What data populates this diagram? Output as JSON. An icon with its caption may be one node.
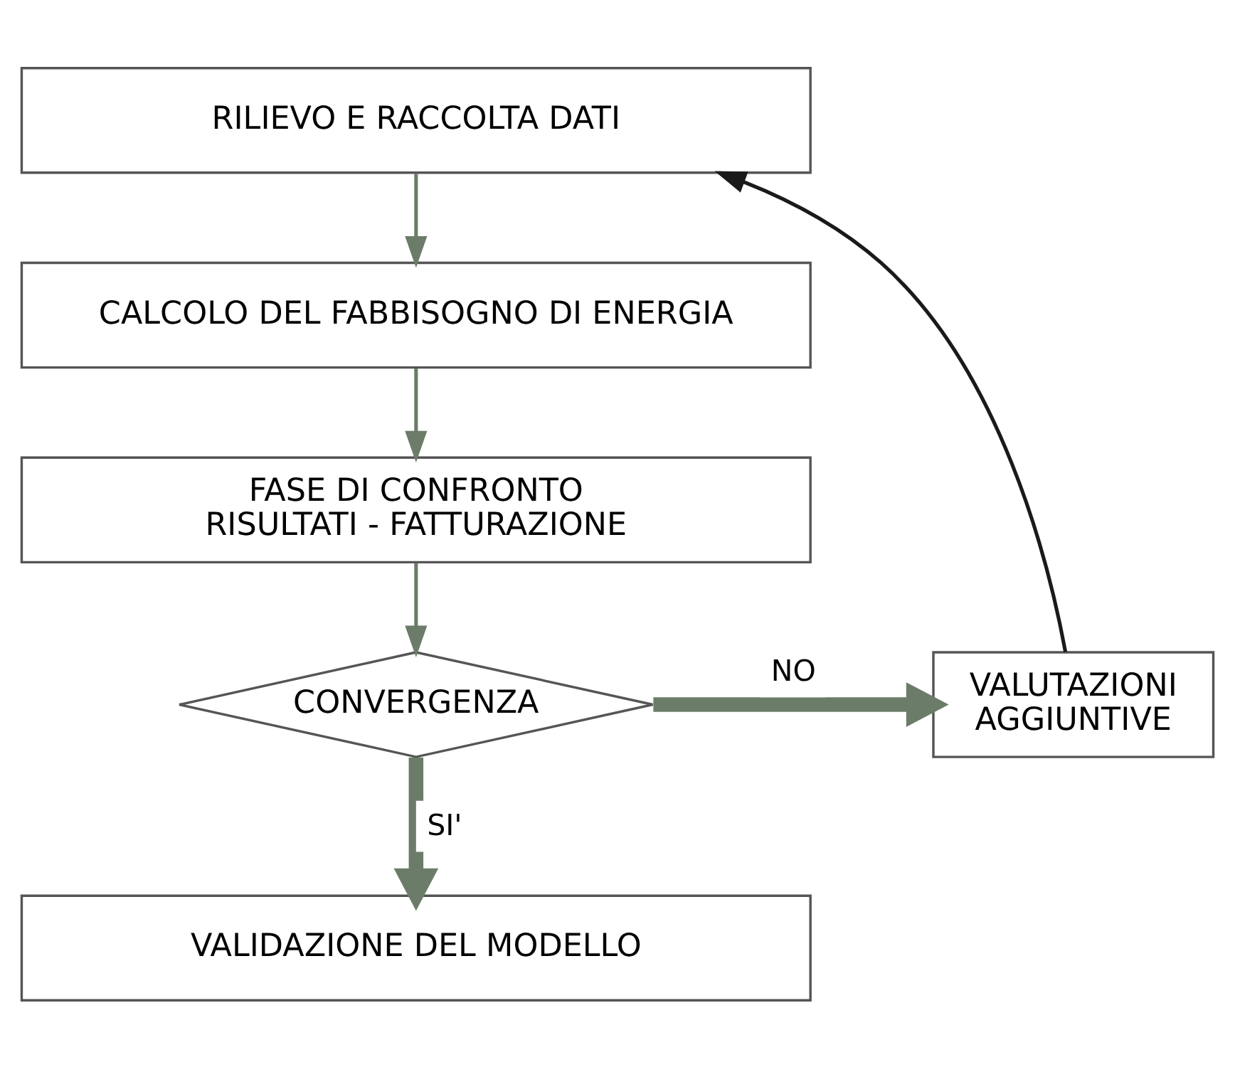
{
  "diagram": {
    "nodes": [
      {
        "text": [
          "RILIEVO E RACCOLTA DATI"
        ]
      },
      {
        "text": [
          "CALCOLO DEL FABBISOGNO DI ENERGIA"
        ]
      },
      {
        "text": [
          "FASE DI CONFRONTO RISULTATI - FATTURAZIONE"
        ]
      },
      {
        "text": [
          "CONVERGENZA"
        ]
      },
      {
        "text": [
          "VALUTAZIONI AGGIUNTIVE"
        ]
      },
      {
        "text": [
          "VALIDAZIONE DEL MODELLO"
        ]
      }
    ],
    "edges": [
      {
        "from": 0,
        "to": 1,
        "arrow": "to"
      },
      {
        "from": 1,
        "to": 2,
        "arrow": "to"
      },
      {
        "from": 2,
        "to": 3,
        "arrow": "to"
      },
      {
        "from": 3,
        "to": 4,
        "arrow": "to",
        "label": "NO",
        "style": "thick"
      },
      {
        "from": 4,
        "to": 0,
        "arrow": "to",
        "color": "#1a1a1a"
      },
      {
        "from": 3,
        "to": 5,
        "arrow": "to",
        "label": "SI'",
        "style": "thick"
      }
    ]
  }
}
